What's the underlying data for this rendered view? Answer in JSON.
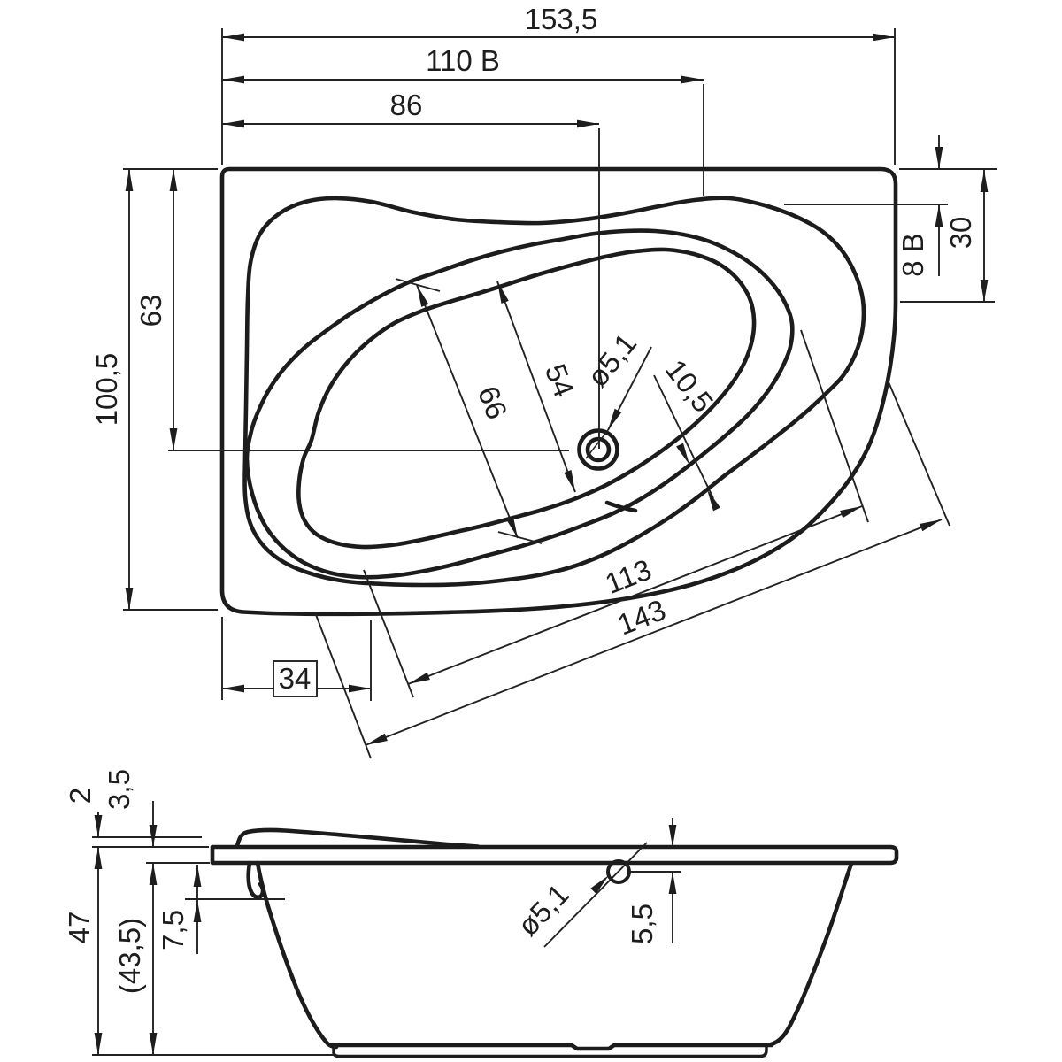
{
  "plan": {
    "dim_overall_length": "153,5",
    "dim_length_b": "110  B",
    "dim_to_drain": "86",
    "dim_overall_width": "100,5",
    "dim_to_drain_y": "63",
    "dim_rim_b": "8 B",
    "dim_right_edge": "30",
    "dim_basin_width": "66",
    "dim_floor_width": "54",
    "dim_rim_width": "10,5",
    "dim_drain_dia": "ø5,1",
    "dim_basin_length": "113",
    "dim_front_length": "143",
    "dim_corner": "34"
  },
  "side": {
    "dim_hump": "2",
    "dim_deck_thickness": "3,5",
    "dim_total_height": "47",
    "dim_body_height": "(43,5)",
    "dim_lip_drop": "7,5",
    "dim_drain_drop": "5,5",
    "dim_drain_dia": "ø5,1"
  }
}
